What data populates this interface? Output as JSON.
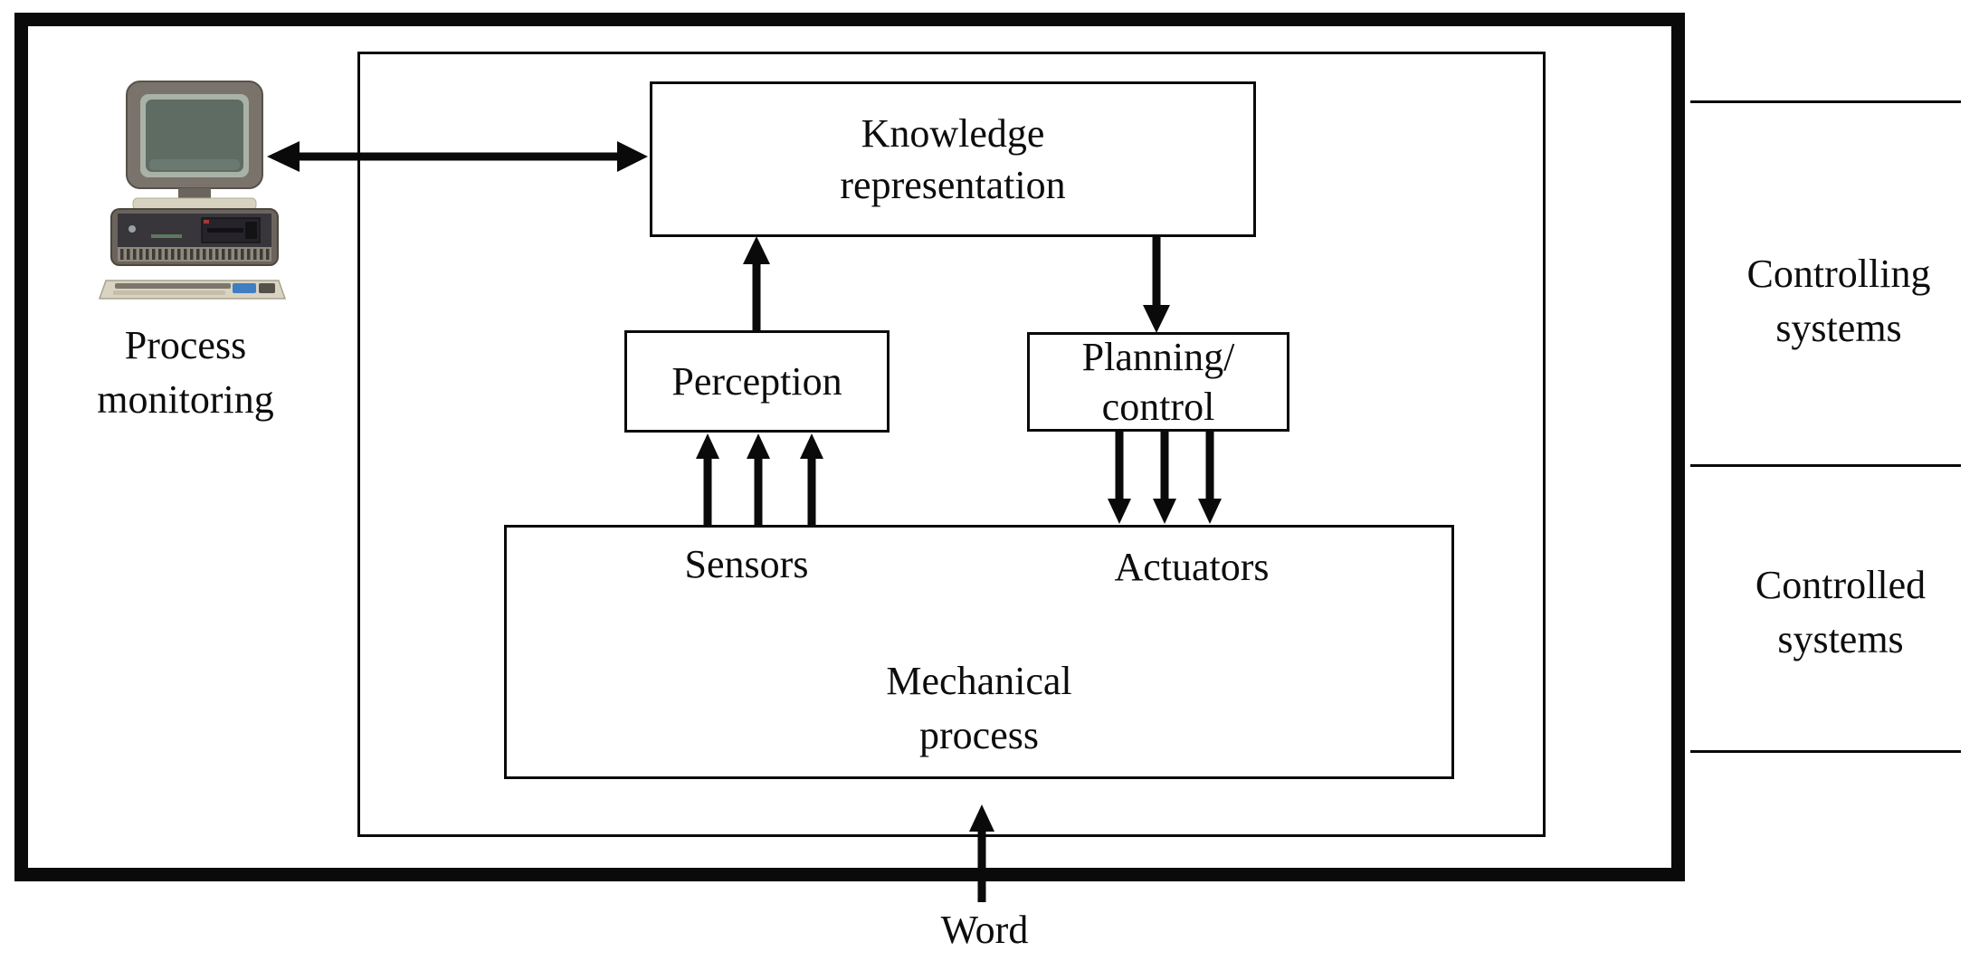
{
  "colors": {
    "background": "#ffffff",
    "line": "#0a0a0a",
    "text": "#0e0d0d",
    "monitor_bezel": "#7a736b",
    "monitor_bezel_edge": "#575149",
    "monitor_screen_rim": "#a9b2a6",
    "monitor_screen": "#5e6c63",
    "case_beige": "#d8d2c0",
    "case_frame": "#6b645d",
    "front_panel": "#38353b",
    "floppy_dark": "#26242a",
    "vent_band": "#8f897d",
    "vent_slot": "#3e3a35",
    "keyboard_body": "#d9d3c1",
    "key_row": "#7c766c",
    "key_blue": "#3f7ec0"
  },
  "nodes": {
    "knowledge_representation": "Knowledge\nrepresentation",
    "perception": "Perception",
    "planning_control": "Planning/\ncontrol",
    "mechanical_process": "Mechanical\nprocess",
    "sensors": "Sensors",
    "actuators": "Actuators"
  },
  "labels": {
    "process_monitoring": "Process\nmonitoring",
    "word": "Word",
    "controlling_systems": "Controlling\nsystems",
    "controlled_systems": "Controlled\nsystems"
  }
}
